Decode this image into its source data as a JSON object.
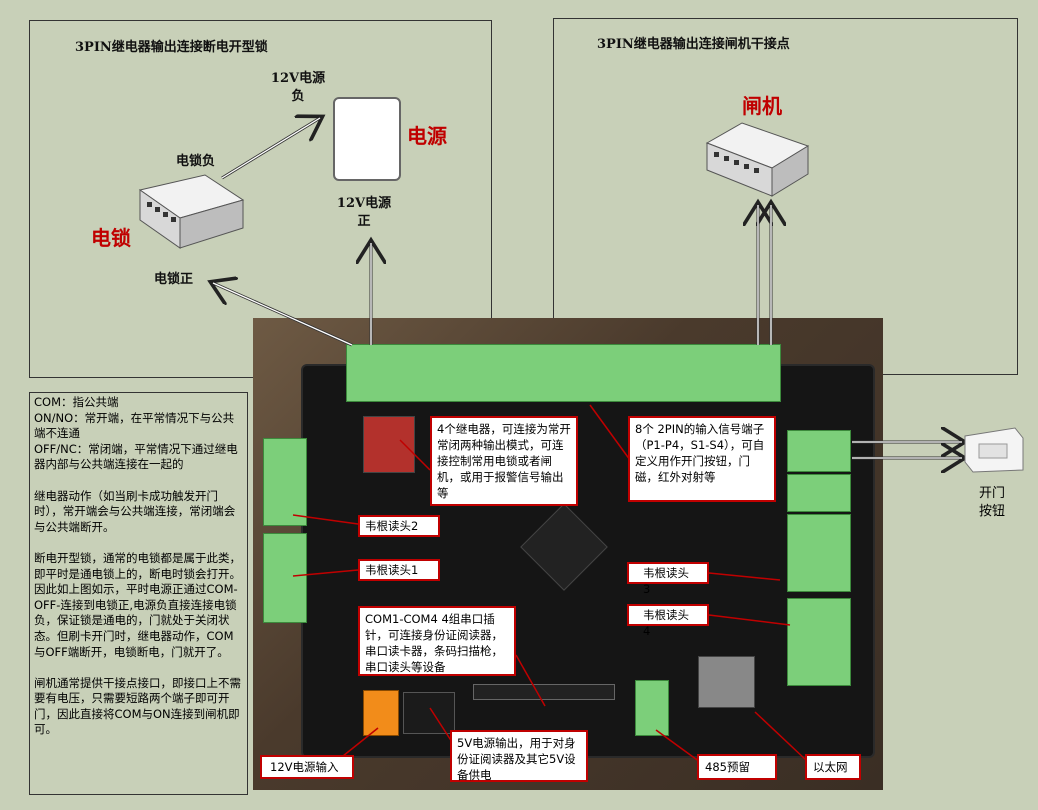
{
  "left_panel": {
    "title": "3PIN继电器输出连接断电开型锁",
    "power_neg": [
      "12V电源",
      "负"
    ],
    "power_label": "电源",
    "lock_neg": "电锁负",
    "lock_label": "电锁",
    "power_pos": [
      "12V电源",
      "正"
    ],
    "lock_pos": "电锁正"
  },
  "right_panel": {
    "title": "3PIN继电器输出连接闸机干接点",
    "gate_label": "闸机"
  },
  "notes": [
    "COM：指公共端",
    "ON/NO：常开端，在平常情况下与公共端不连通",
    "OFF/NC：常闭端，平常情况下通过继电器内部与公共端连接在一起的",
    "",
    "继电器动作（如当刷卡成功触发开门时），常开端会与公共端连接，常闭端会与公共端断开。",
    "",
    "断电开型锁，通常的电锁都是属于此类，即平时是通电锁上的，断电时锁会打开。因此如上图如示，平时电源正通过COM-OFF-连接到电锁正,电源负直接连接电锁负，保证锁是通电的，门就处于关闭状态。但刷卡开门时，继电器动作，COM与OFF端断开，电锁断电，门就开了。",
    "",
    "闸机通常提供干接点接口，即接口上不需要有电压，只需要短路两个端子即可开门，因此直接将COM与ON连接到闸机即可。"
  ],
  "callouts": {
    "relay": "4个继电器，可连接为常开常闭两种输出模式，可连接控制常用电锁或者闸机，或用于报警信号输出等",
    "inputs": "8个 2PIN的输入信号端子（P1-P4，S1-S4），可自定义用作开门按钮，门磁，红外对射等",
    "wiegand2": "韦根读头2",
    "wiegand1": "韦根读头1",
    "wiegand3": "韦根读头3",
    "wiegand4": "韦根读头4",
    "com": "COM1-COM4 4组串口插针，可连接身份证阅读器，串口读卡器，条码扫描枪，串口读头等设备",
    "power_in": "12V电源输入",
    "out5v": "5V电源输出，用于对身份证阅读器及其它5V设备供电",
    "rs485": "485预留",
    "ethernet": "以太网"
  },
  "exit_button": [
    "开门",
    "按钮"
  ],
  "colors": {
    "background": "#c8d0b8",
    "callout_border": "#c00000",
    "accent_red": "#c00000",
    "terminal_green": "#7ccf7a"
  }
}
